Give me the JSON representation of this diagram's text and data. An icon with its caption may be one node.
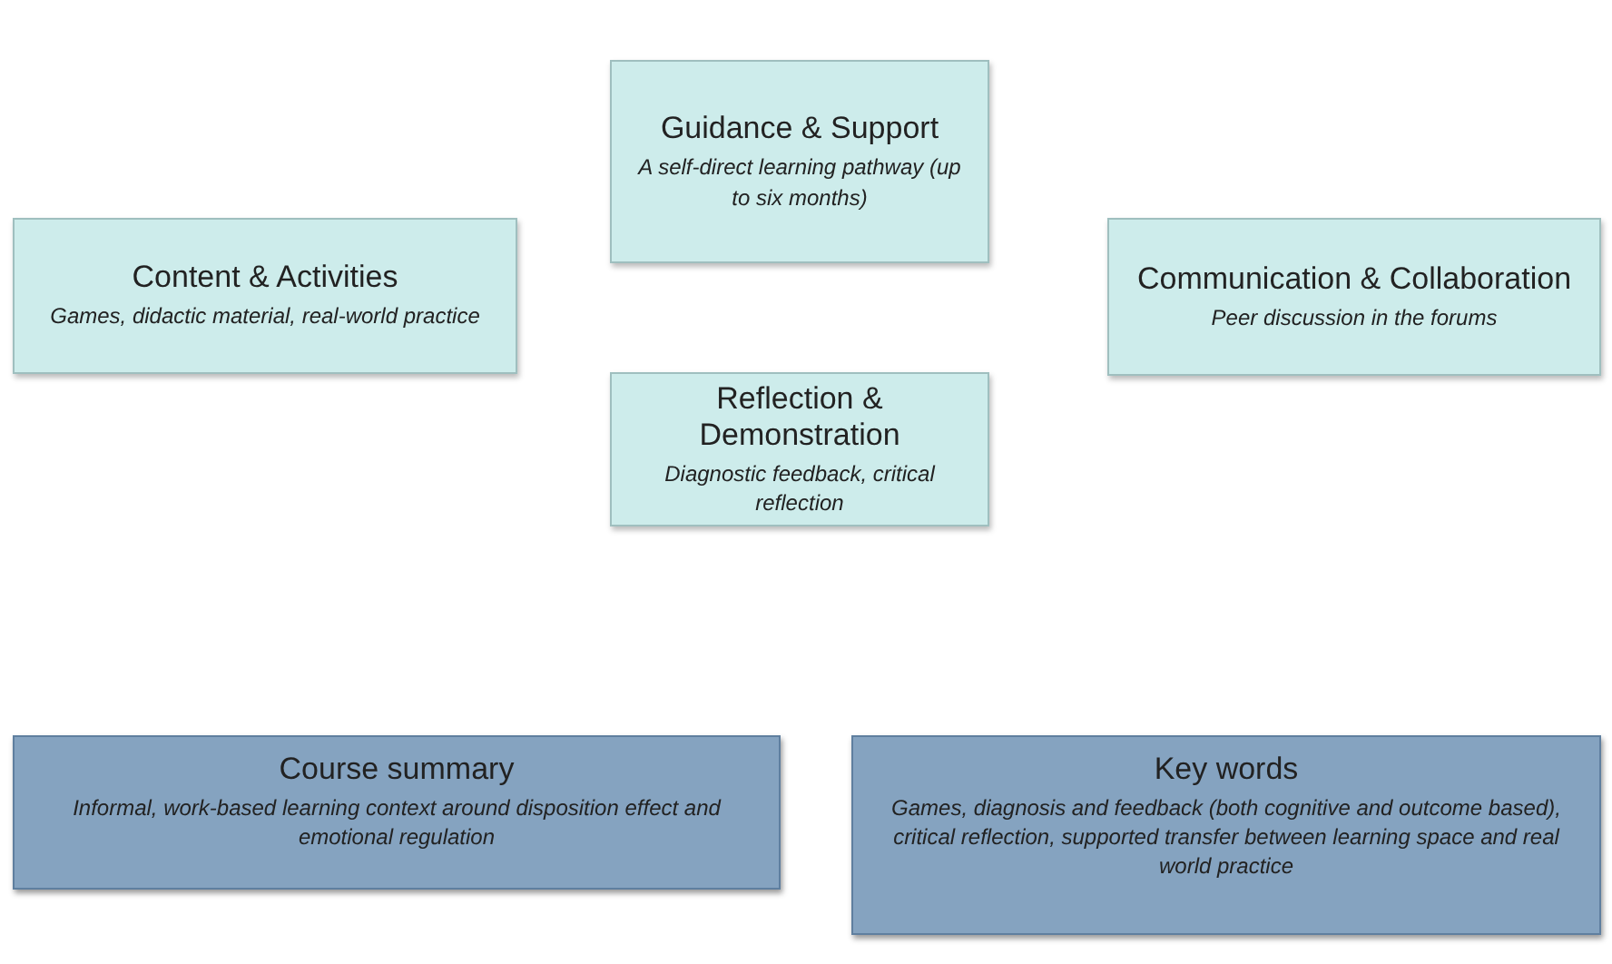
{
  "diagram": {
    "nodes": [
      {
        "text": [
          "Guidance & Support",
          "A self-direct learning pathway (up to six months)"
        ]
      },
      {
        "text": [
          "Content & Activities",
          "Games, didactic material, real-world practice"
        ]
      },
      {
        "text": [
          "Communication & Collaboration",
          "Peer discussion in the forums"
        ]
      },
      {
        "text": [
          "Reflection & Demonstration",
          "Diagnostic feedback, critical reflection"
        ]
      },
      {
        "text": [
          "Course summary",
          "Informal, work-based learning context around  disposition effect and emotional regulation"
        ]
      },
      {
        "text": [
          "Key words",
          "Games,  diagnosis and feedback (both cognitive and outcome based), critical reflection, supported transfer between learning space and real world practice"
        ]
      }
    ]
  }
}
